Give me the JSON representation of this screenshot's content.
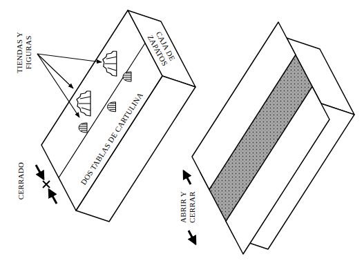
{
  "diagram": {
    "labels": [
      "TIENDAS Y FIGURAS",
      "CAJA DE ZAPATOS",
      "CERRADO",
      "DOS TABLAS DE CARTULINA",
      "ABRIR Y CERRAR"
    ]
  }
}
